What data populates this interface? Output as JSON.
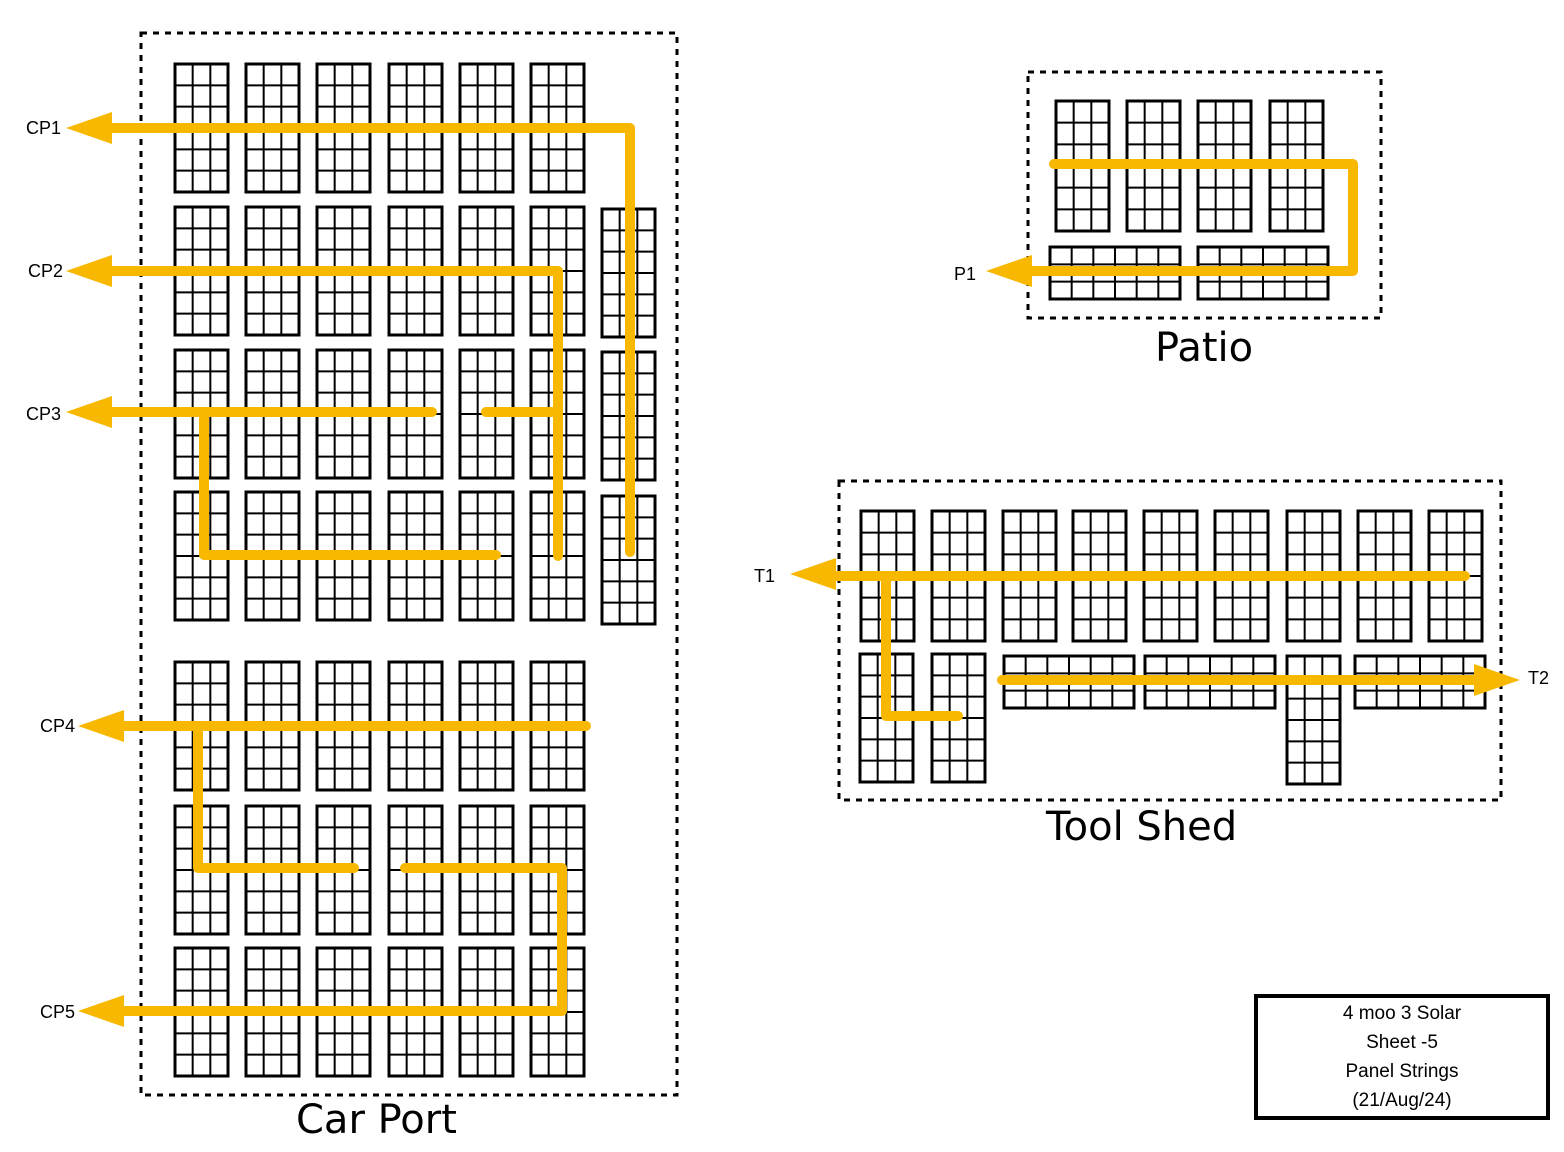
{
  "colors": {
    "string_wire": "#f8b800",
    "panel_stroke": "#000000",
    "background": "#ffffff"
  },
  "zones": {
    "car_port": "Car Port",
    "patio": "Patio",
    "tool_shed": "Tool Shed"
  },
  "strings": {
    "cp1": "CP1",
    "cp2": "CP2",
    "cp3": "CP3",
    "cp4": "CP4",
    "cp5": "CP5",
    "p1": "P1",
    "t1": "T1",
    "t2": "T2"
  },
  "title_block": {
    "line1": "4 moo 3 Solar",
    "line2": "Sheet -5",
    "line3": "Panel Strings",
    "line4": "(21/Aug/24)"
  }
}
